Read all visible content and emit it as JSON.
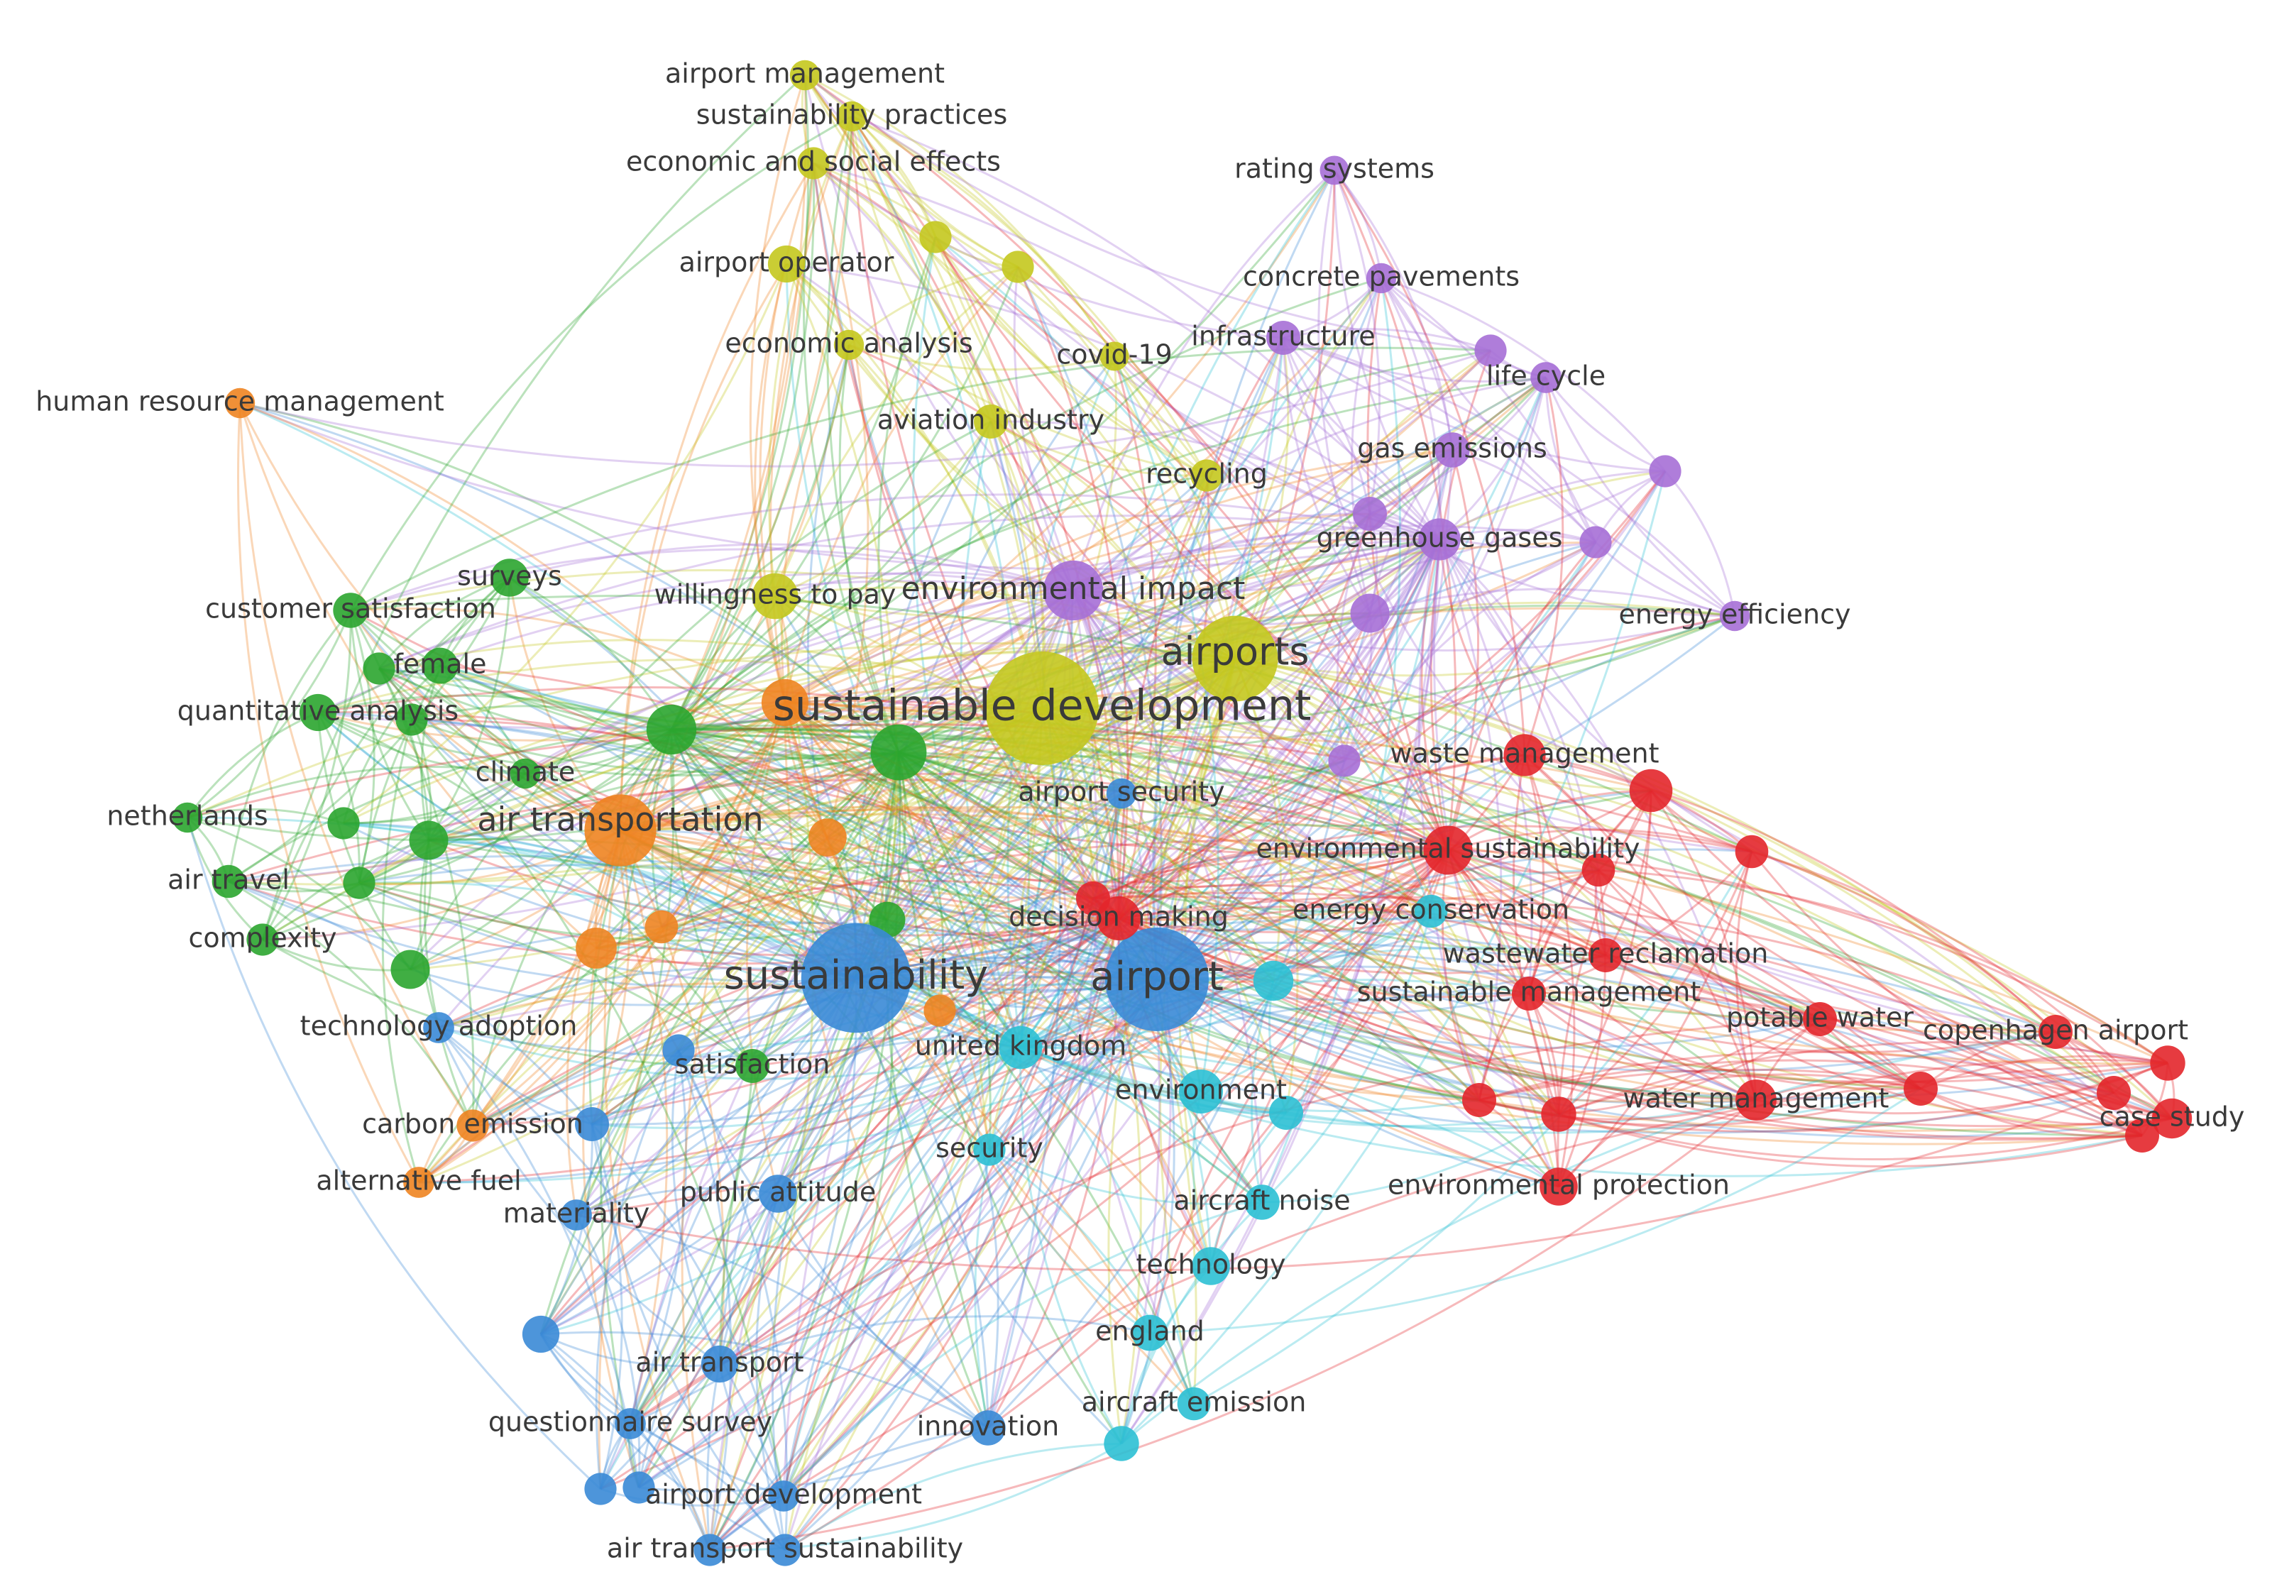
{
  "colors": {
    "red": "#e3262b",
    "green": "#2ba52f",
    "blue": "#3a8ad6",
    "yellow": "#c4c81e",
    "purple": "#a66fd6",
    "cyan": "#2cc0d4",
    "orange": "#ee8421"
  },
  "nodes": [
    {
      "id": "sustainable development",
      "label": "sustainable development",
      "cluster": "yellow",
      "weight": 10
    },
    {
      "id": "airports",
      "label": "airports",
      "cluster": "yellow",
      "weight": 7.2
    },
    {
      "id": "airport management",
      "label": "airport management",
      "cluster": "yellow",
      "weight": 1.6
    },
    {
      "id": "sustainability practices",
      "label": "sustainability practices",
      "cluster": "yellow",
      "weight": 1.6
    },
    {
      "id": "economic and social effects",
      "label": "economic and social effects",
      "cluster": "yellow",
      "weight": 1.8
    },
    {
      "id": "airport operator",
      "label": "airport operator",
      "cluster": "yellow",
      "weight": 2.3
    },
    {
      "id": "economic analysis",
      "label": "economic analysis",
      "cluster": "yellow",
      "weight": 1.6
    },
    {
      "id": "covid-19",
      "label": "covid-19",
      "cluster": "yellow",
      "weight": 1.5
    },
    {
      "id": "aviation industry",
      "label": "aviation industry",
      "cluster": "yellow",
      "weight": 2.0
    },
    {
      "id": "recycling",
      "label": "recycling",
      "cluster": "yellow",
      "weight": 1.8
    },
    {
      "id": "willingness to pay",
      "label": "willingness to pay",
      "cluster": "yellow",
      "weight": 3.2
    },
    {
      "id": "y1",
      "label": "",
      "cluster": "yellow",
      "weight": 1.8
    },
    {
      "id": "y2",
      "label": "",
      "cluster": "yellow",
      "weight": 1.8
    },
    {
      "id": "rating systems",
      "label": "rating systems",
      "cluster": "purple",
      "weight": 1.5
    },
    {
      "id": "concrete pavements",
      "label": "concrete pavements",
      "cluster": "purple",
      "weight": 1.6
    },
    {
      "id": "infrastructure",
      "label": "infrastructure",
      "cluster": "purple",
      "weight": 2.0
    },
    {
      "id": "life cycle",
      "label": "life cycle",
      "cluster": "purple",
      "weight": 1.7
    },
    {
      "id": "gas emissions",
      "label": "gas emissions",
      "cluster": "purple",
      "weight": 2.1
    },
    {
      "id": "greenhouse gases",
      "label": "greenhouse gases",
      "cluster": "purple",
      "weight": 2.8
    },
    {
      "id": "energy efficiency",
      "label": "energy efficiency",
      "cluster": "purple",
      "weight": 1.6
    },
    {
      "id": "environmental impact",
      "label": "environmental impact",
      "cluster": "purple",
      "weight": 4.6
    },
    {
      "id": "p1",
      "label": "",
      "cluster": "purple",
      "weight": 1.8
    },
    {
      "id": "p2",
      "label": "",
      "cluster": "purple",
      "weight": 1.8
    },
    {
      "id": "p3",
      "label": "",
      "cluster": "purple",
      "weight": 2.0
    },
    {
      "id": "p4",
      "label": "",
      "cluster": "purple",
      "weight": 2.5
    },
    {
      "id": "p5",
      "label": "",
      "cluster": "purple",
      "weight": 1.8
    },
    {
      "id": "p6",
      "label": "",
      "cluster": "purple",
      "weight": 1.8
    },
    {
      "id": "human resource management",
      "label": "human resource management",
      "cluster": "orange",
      "weight": 1.6
    },
    {
      "id": "air transportation",
      "label": "air transportation",
      "cluster": "orange",
      "weight": 5.8
    },
    {
      "id": "carbon emission",
      "label": "carbon emission",
      "cluster": "orange",
      "weight": 1.8
    },
    {
      "id": "alternative fuel",
      "label": "alternative fuel",
      "cluster": "orange",
      "weight": 1.7
    },
    {
      "id": "o1",
      "label": "",
      "cluster": "orange",
      "weight": 3.3
    },
    {
      "id": "o2",
      "label": "",
      "cluster": "orange",
      "weight": 2.4
    },
    {
      "id": "o3",
      "label": "",
      "cluster": "orange",
      "weight": 2.7
    },
    {
      "id": "o4",
      "label": "",
      "cluster": "orange",
      "weight": 1.9
    },
    {
      "id": "o5",
      "label": "",
      "cluster": "orange",
      "weight": 1.8
    },
    {
      "id": "surveys",
      "label": "surveys",
      "cluster": "green",
      "weight": 2.4
    },
    {
      "id": "customer satisfaction",
      "label": "customer satisfaction",
      "cluster": "green",
      "weight": 2.1
    },
    {
      "id": "female",
      "label": "female",
      "cluster": "green",
      "weight": 2.2
    },
    {
      "id": "quantitative analysis",
      "label": "quantitative analysis",
      "cluster": "green",
      "weight": 2.3
    },
    {
      "id": "climate",
      "label": "climate",
      "cluster": "green",
      "weight": 1.6
    },
    {
      "id": "netherlands",
      "label": "netherlands",
      "cluster": "green",
      "weight": 1.6
    },
    {
      "id": "air travel",
      "label": "air travel",
      "cluster": "green",
      "weight": 1.9
    },
    {
      "id": "complexity",
      "label": "complexity",
      "cluster": "green",
      "weight": 1.8
    },
    {
      "id": "satisfaction",
      "label": "satisfaction",
      "cluster": "green",
      "weight": 2.0
    },
    {
      "id": "g1",
      "label": "",
      "cluster": "green",
      "weight": 3.6
    },
    {
      "id": "g2",
      "label": "",
      "cluster": "green",
      "weight": 4.2
    },
    {
      "id": "g3",
      "label": "",
      "cluster": "green",
      "weight": 2.5
    },
    {
      "id": "g4",
      "label": "",
      "cluster": "green",
      "weight": 2.5
    },
    {
      "id": "g5",
      "label": "",
      "cluster": "green",
      "weight": 1.8
    },
    {
      "id": "g6",
      "label": "",
      "cluster": "green",
      "weight": 1.8
    },
    {
      "id": "g7",
      "label": "",
      "cluster": "green",
      "weight": 1.8
    },
    {
      "id": "g8",
      "label": "",
      "cluster": "green",
      "weight": 2.2
    },
    {
      "id": "g9",
      "label": "",
      "cluster": "green",
      "weight": 1.8
    },
    {
      "id": "sustainability",
      "label": "sustainability",
      "cluster": "blue",
      "weight": 9.6
    },
    {
      "id": "airport",
      "label": "airport",
      "cluster": "blue",
      "weight": 9.0
    },
    {
      "id": "airport security",
      "label": "airport security",
      "cluster": "blue",
      "weight": 1.6
    },
    {
      "id": "technology adoption",
      "label": "technology adoption",
      "cluster": "blue",
      "weight": 1.7
    },
    {
      "id": "public attitude",
      "label": "public attitude",
      "cluster": "blue",
      "weight": 2.4
    },
    {
      "id": "materiality",
      "label": "materiality",
      "cluster": "blue",
      "weight": 1.7
    },
    {
      "id": "air transport",
      "label": "air transport",
      "cluster": "blue",
      "weight": 2.3
    },
    {
      "id": "questionnaire survey",
      "label": "questionnaire survey",
      "cluster": "blue",
      "weight": 1.7
    },
    {
      "id": "innovation",
      "label": "innovation",
      "cluster": "blue",
      "weight": 2.1
    },
    {
      "id": "airport development",
      "label": "airport development",
      "cluster": "blue",
      "weight": 1.7
    },
    {
      "id": "air transport sustainability",
      "label": "air transport sustainability",
      "cluster": "blue",
      "weight": 1.8
    },
    {
      "id": "b1",
      "label": "",
      "cluster": "blue",
      "weight": 2.3
    },
    {
      "id": "b2",
      "label": "",
      "cluster": "blue",
      "weight": 1.8
    },
    {
      "id": "b3",
      "label": "",
      "cluster": "blue",
      "weight": 2.0
    },
    {
      "id": "b4",
      "label": "",
      "cluster": "blue",
      "weight": 1.8
    },
    {
      "id": "b5",
      "label": "",
      "cluster": "blue",
      "weight": 1.8
    },
    {
      "id": "b6",
      "label": "",
      "cluster": "blue",
      "weight": 1.8
    },
    {
      "id": "united kingdom",
      "label": "united kingdom",
      "cluster": "cyan",
      "weight": 2.9
    },
    {
      "id": "environment",
      "label": "environment",
      "cluster": "cyan",
      "weight": 3.0
    },
    {
      "id": "security",
      "label": "security",
      "cluster": "cyan",
      "weight": 1.8
    },
    {
      "id": "aircraft noise",
      "label": "aircraft noise",
      "cluster": "cyan",
      "weight": 2.1
    },
    {
      "id": "technology",
      "label": "technology",
      "cluster": "cyan",
      "weight": 2.4
    },
    {
      "id": "england",
      "label": "england",
      "cluster": "cyan",
      "weight": 2.2
    },
    {
      "id": "aircraft emission",
      "label": "aircraft emission",
      "cluster": "cyan",
      "weight": 1.9
    },
    {
      "id": "energy conservation",
      "label": "energy conservation",
      "cluster": "cyan",
      "weight": 1.9
    },
    {
      "id": "c1",
      "label": "",
      "cluster": "cyan",
      "weight": 2.6
    },
    {
      "id": "c2",
      "label": "",
      "cluster": "cyan",
      "weight": 2.0
    },
    {
      "id": "c3",
      "label": "",
      "cluster": "cyan",
      "weight": 2.1
    },
    {
      "id": "waste management",
      "label": "waste management",
      "cluster": "red",
      "weight": 2.8
    },
    {
      "id": "environmental sustainability",
      "label": "environmental sustainability",
      "cluster": "red",
      "weight": 3.5
    },
    {
      "id": "decision making",
      "label": "decision making",
      "cluster": "red",
      "weight": 3.0
    },
    {
      "id": "wastewater reclamation",
      "label": "wastewater reclamation",
      "cluster": "red",
      "weight": 2.0
    },
    {
      "id": "sustainable management",
      "label": "sustainable management",
      "cluster": "red",
      "weight": 2.0
    },
    {
      "id": "potable water",
      "label": "potable water",
      "cluster": "red",
      "weight": 2.0
    },
    {
      "id": "water management",
      "label": "water management",
      "cluster": "red",
      "weight": 2.7
    },
    {
      "id": "environmental protection",
      "label": "environmental protection",
      "cluster": "red",
      "weight": 2.4
    },
    {
      "id": "copenhagen airport",
      "label": "copenhagen airport",
      "cluster": "red",
      "weight": 2.0
    },
    {
      "id": "case study",
      "label": "case study",
      "cluster": "red",
      "weight": 2.6
    },
    {
      "id": "r1",
      "label": "",
      "cluster": "red",
      "weight": 2.9
    },
    {
      "id": "r2",
      "label": "",
      "cluster": "red",
      "weight": 1.9
    },
    {
      "id": "r3",
      "label": "",
      "cluster": "red",
      "weight": 1.9
    },
    {
      "id": "r4",
      "label": "",
      "cluster": "red",
      "weight": 2.1
    },
    {
      "id": "r5",
      "label": "",
      "cluster": "red",
      "weight": 2.0
    },
    {
      "id": "r6",
      "label": "",
      "cluster": "red",
      "weight": 2.0
    },
    {
      "id": "r7",
      "label": "",
      "cluster": "red",
      "weight": 2.0
    },
    {
      "id": "r8",
      "label": "",
      "cluster": "red",
      "weight": 2.0
    },
    {
      "id": "r9",
      "label": "",
      "cluster": "red",
      "weight": 2.1
    },
    {
      "id": "r10",
      "label": "",
      "cluster": "red",
      "weight": 2.0
    }
  ]
}
